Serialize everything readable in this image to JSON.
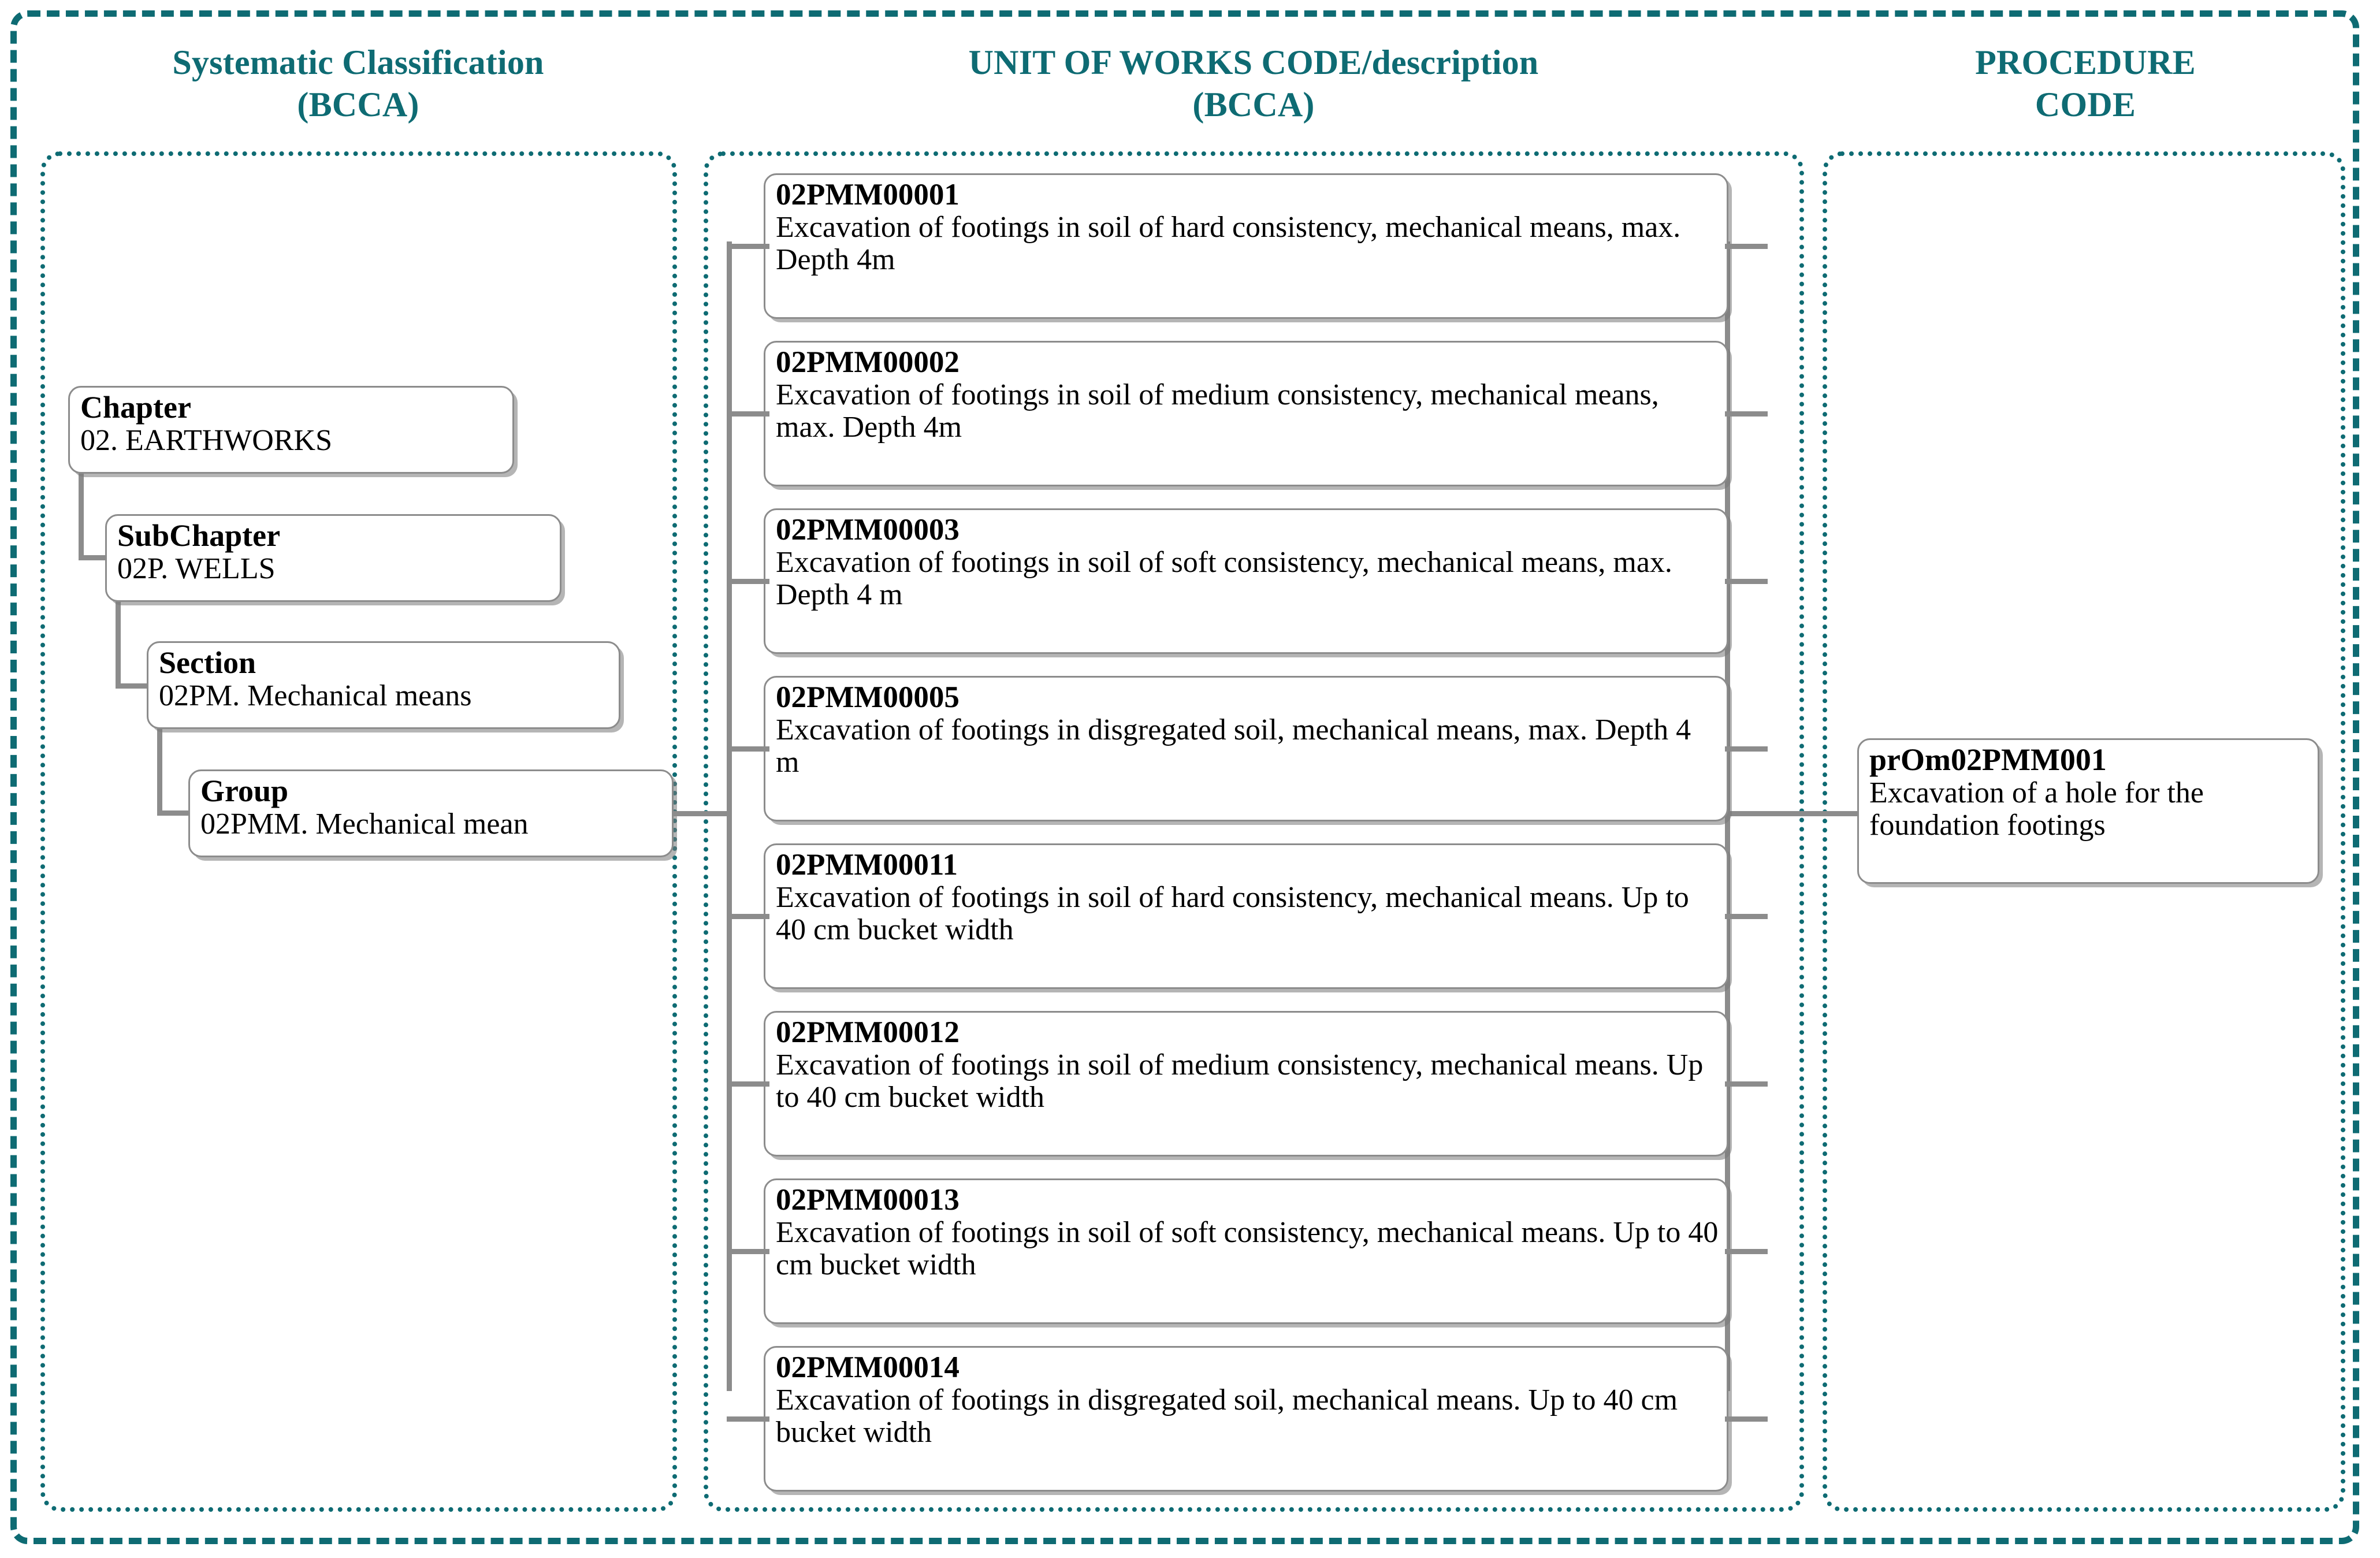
{
  "columns": {
    "left": {
      "title_line1": "Systematic Classification",
      "title_line2": "(BCCA)"
    },
    "middle": {
      "title_line1": "UNIT OF WORKS CODE/description",
      "title_line2": "(BCCA)"
    },
    "right": {
      "title_line1": "PROCEDURE",
      "title_line2": "CODE"
    }
  },
  "hierarchy": [
    {
      "level": "Chapter",
      "value": "02. EARTHWORKS"
    },
    {
      "level": "SubChapter",
      "value": "02P. WELLS"
    },
    {
      "level": "Section",
      "value": "02PM. Mechanical means"
    },
    {
      "level": "Group",
      "value": "02PMM. Mechanical mean"
    }
  ],
  "units": [
    {
      "code": "02PMM00001",
      "description": "Excavation of footings in soil of hard consistency, mechanical means, max. Depth 4m"
    },
    {
      "code": "02PMM00002",
      "description": "Excavation of footings in soil of medium consistency, mechanical means, max. Depth 4m"
    },
    {
      "code": "02PMM00003",
      "description": "Excavation of footings in soil of soft consistency, mechanical means, max. Depth 4 m"
    },
    {
      "code": "02PMM00005",
      "description": "Excavation of footings in disgregated soil, mechanical means, max. Depth 4 m"
    },
    {
      "code": "02PMM00011",
      "description": "Excavation of footings in soil of hard consistency, mechanical means. Up to 40 cm bucket width"
    },
    {
      "code": "02PMM00012",
      "description": "Excavation of footings in soil of medium consistency, mechanical means. Up to 40 cm bucket width"
    },
    {
      "code": "02PMM00013",
      "description": "Excavation of footings in soil of soft consistency, mechanical means. Up to 40 cm bucket width"
    },
    {
      "code": "02PMM00014",
      "description": "Excavation of footings in disgregated soil, mechanical means. Up to 40 cm bucket width"
    }
  ],
  "procedure": {
    "code": "prOm02PMM001",
    "description": "Excavation of a hole for the foundation footings"
  },
  "colors": {
    "accent_teal": "#0e6b73",
    "box_border_gray": "#8c8c8c",
    "text_black": "#000000",
    "background": "#ffffff"
  }
}
